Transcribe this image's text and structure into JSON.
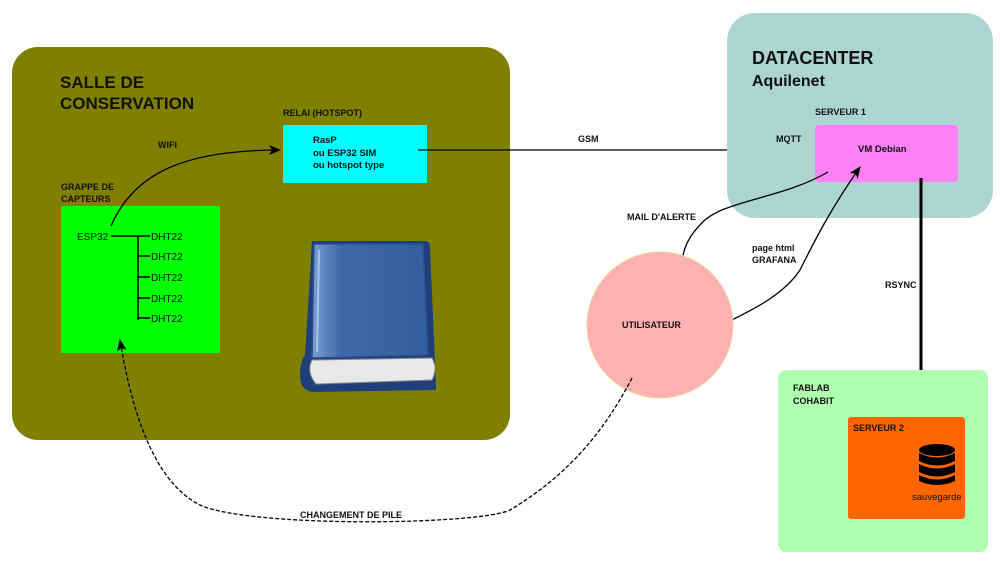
{
  "salle": {
    "title_line1": "SALLE DE",
    "title_line2": "CONSERVATION",
    "color": "#808000"
  },
  "relai": {
    "label": "RELAI (HOTSPOT)",
    "lines": [
      "RasP",
      "ou ESP32 SIM",
      "ou hotspot type"
    ],
    "color": "#00ffff"
  },
  "wifi_label": "WIFI",
  "grappe": {
    "label_line1": "GRAPPE DE",
    "label_line2": "CAPTEURS",
    "esp": "ESP32",
    "sensors": [
      "DHT22",
      "DHT22",
      "DHT22",
      "DHT22",
      "DHT22"
    ],
    "color": "#00ff00"
  },
  "gsm_label": "GSM",
  "datacenter": {
    "title": "DATACENTER",
    "subtitle": "Aquilenet",
    "color": "#acd5d2"
  },
  "serveur1": {
    "label": "SERVEUR 1",
    "vm": "VM Debian",
    "protocol": "MQTT",
    "color": "#ff80f7"
  },
  "mail_label": "MAIL D'ALERTE",
  "web_label_line1": "page html",
  "web_label_line2": "GRAFANA",
  "rsync_label": "RSYNC",
  "utilisateur": {
    "label": "UTILISATEUR",
    "color": "#ffb0b0"
  },
  "fablab": {
    "line1": "FABLAB",
    "line2": "COHABIT",
    "color": "#b0ffb0"
  },
  "serveur2": {
    "label": "SERVEUR 2",
    "storage": "sauvegarde",
    "icon": "database-icon",
    "color": "#ff6600"
  },
  "pile_label": "CHANGEMENT DE PILE"
}
